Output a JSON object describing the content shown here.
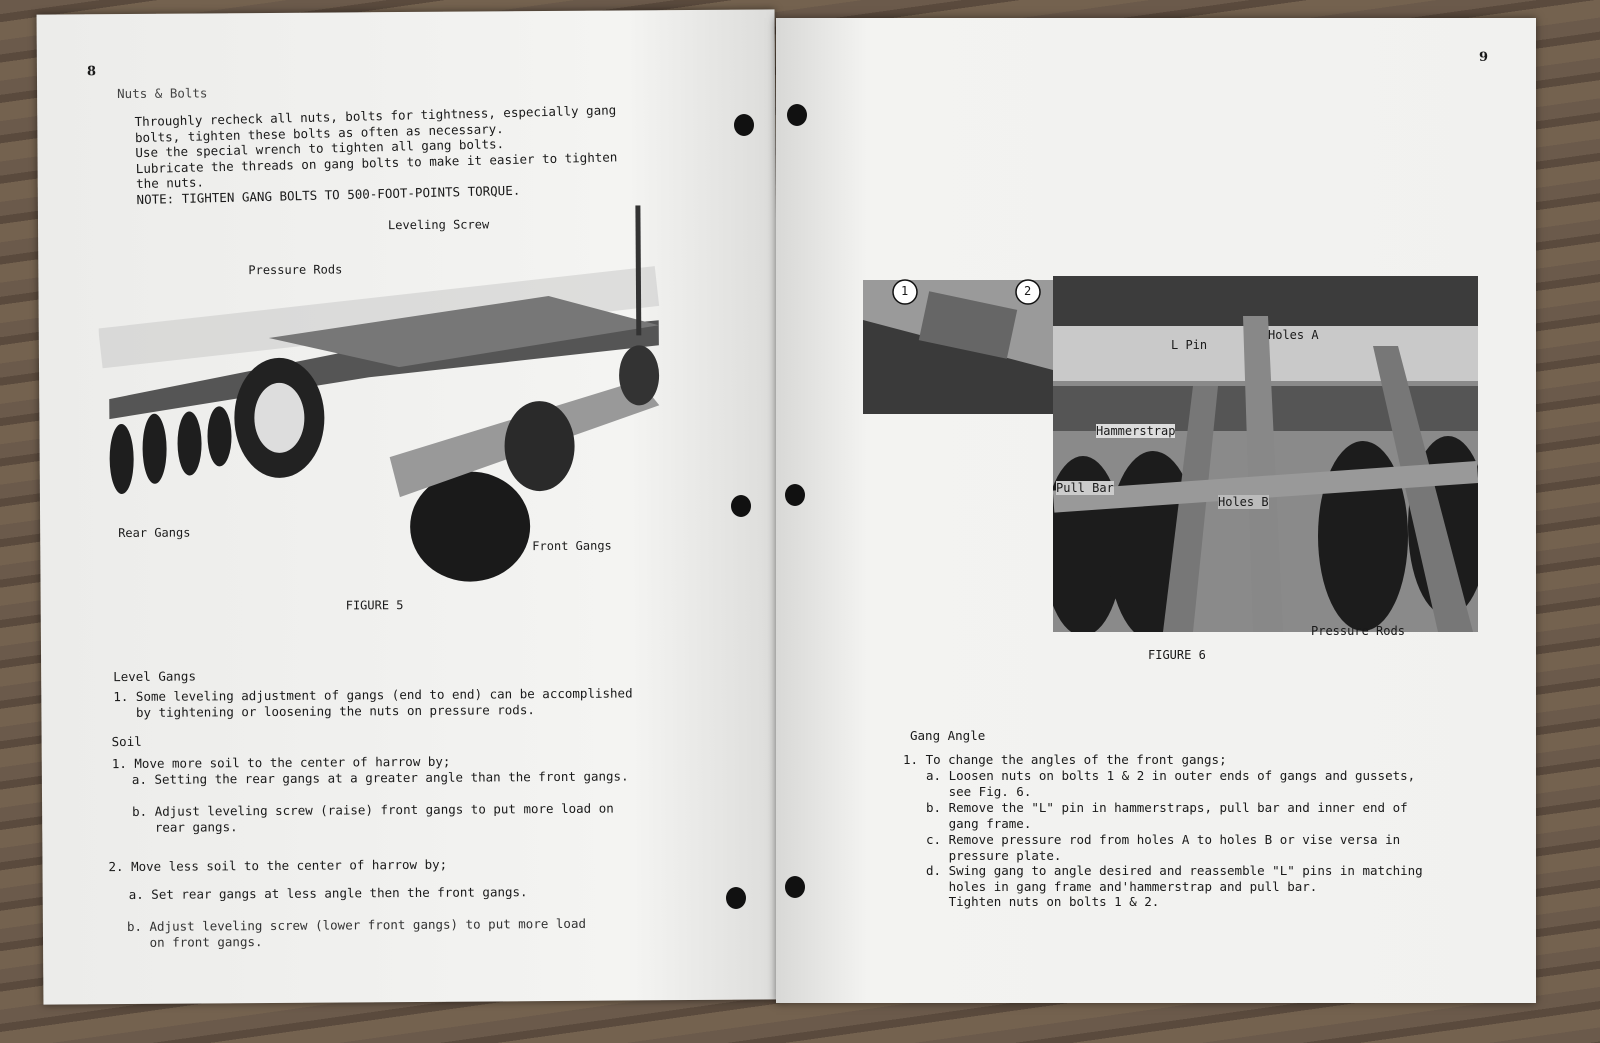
{
  "left_page": {
    "page_number": "8",
    "nuts_bolts": {
      "heading": "Nuts & Bolts",
      "lines": [
        "Throughly recheck all nuts, bolts for tightness, especially gang",
        "bolts, tighten these bolts as often as necessary.",
        "Use the special wrench to tighten all gang bolts.",
        "Lubricate the threads on gang bolts to make it easier to tighten",
        "the nuts.",
        "NOTE: TIGHTEN GANG BOLTS TO 500-FOOT-POINTS TORQUE."
      ]
    },
    "figure5": {
      "caption": "FIGURE 5",
      "labels": {
        "leveling_screw": "Leveling Screw",
        "pressure_rods": "Pressure Rods",
        "rear_gangs": "Rear Gangs",
        "front_gangs": "Front Gangs"
      }
    },
    "level_gangs": {
      "heading": "Level Gangs",
      "item1": "1. Some leveling adjustment of gangs (end to end) can be accomplished\n   by tightening or loosening the nuts on pressure rods."
    },
    "soil": {
      "heading": "Soil",
      "item1": "1. Move more soil to the center of harrow by;",
      "item1a": "a. Setting the rear gangs at a greater angle than the front gangs.",
      "item1b": "b. Adjust leveling screw (raise) front gangs to put more load on\n   rear gangs.",
      "item2": "2. Move less soil to the center of harrow by;",
      "item2a": "a. Set rear gangs at less angle then the front gangs.",
      "item2b": "b. Adjust leveling screw (lower front gangs) to put more load\n   on front gangs."
    }
  },
  "right_page": {
    "page_number": "9",
    "figure6": {
      "caption": "FIGURE 6",
      "labels": {
        "c1": "1",
        "c2": "2",
        "l_pin": "L Pin",
        "holes_a": "Holes A",
        "hammerstrap": "Hammerstrap",
        "pull_bar": "Pull Bar",
        "holes_b": "Holes B",
        "pressure_rods": "Pressure Rods"
      }
    },
    "gang_angle": {
      "heading": "Gang Angle",
      "item1": "1. To change the angles of the front gangs;",
      "a": "a. Loosen nuts on bolts 1 & 2 in outer ends of gangs and gussets,\n   see Fig. 6.",
      "b": "b. Remove the \"L\" pin in hammerstraps, pull bar and inner end of\n   gang frame.",
      "c": "c. Remove pressure rod from holes A to holes B or vise versa in\n   pressure plate.",
      "d": "d. Swing gang to angle desired and reassemble \"L\" pins in matching\n   holes in gang frame and'hammerstrap and pull bar.\n   Tighten nuts on bolts 1 & 2."
    }
  }
}
